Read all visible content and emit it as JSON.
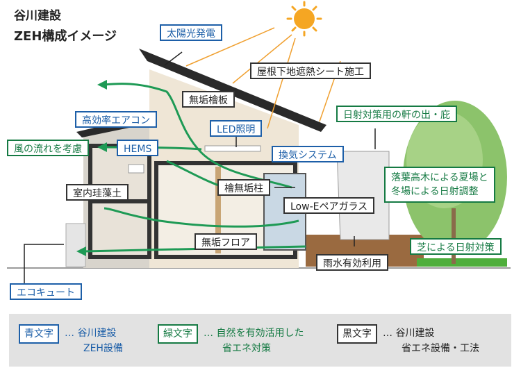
{
  "header": {
    "company": "谷川建設",
    "title": "ZEH構成イメージ"
  },
  "labels": {
    "solar": "太陽光発電",
    "roof_insulation": "屋根下地遮熱シート施工",
    "hinoki_board": "無垢檜板",
    "eaves": "日射対策用の軒の出・庇",
    "aircon": "高効率エアコン",
    "led": "LED照明",
    "wind": "風の流れを考慮",
    "hems": "HEMS",
    "ventilation": "換気システム",
    "deciduous_line1": "落葉高木による夏場と",
    "deciduous_line2": "冬場による日射調整",
    "hinoki_column": "檜無垢柱",
    "diatom": "室内珪藻土",
    "lowe_glass": "Low-Eペアガラス",
    "solid_floor": "無垢フロア",
    "lawn": "芝による日射対策",
    "rainwater": "雨水有効利用",
    "ecocute": "エコキュート"
  },
  "legend": {
    "blue_key": "青文字",
    "blue_desc_line1": "… 谷川建設",
    "blue_desc_line2": "ZEH設備",
    "green_key": "緑文字",
    "green_desc_line1": "… 自然を有効活用した",
    "green_desc_line2": "省エネ対策",
    "black_key": "黒文字",
    "black_desc_line1": "… 谷川建設",
    "black_desc_line2": "省エネ設備・工法"
  },
  "colors": {
    "blue": "#1d5fa8",
    "green": "#157a43",
    "black": "#333333",
    "sun": "#f5a623",
    "wind_arrow": "#1e9a55",
    "legend_bg": "#e2e2e2"
  }
}
